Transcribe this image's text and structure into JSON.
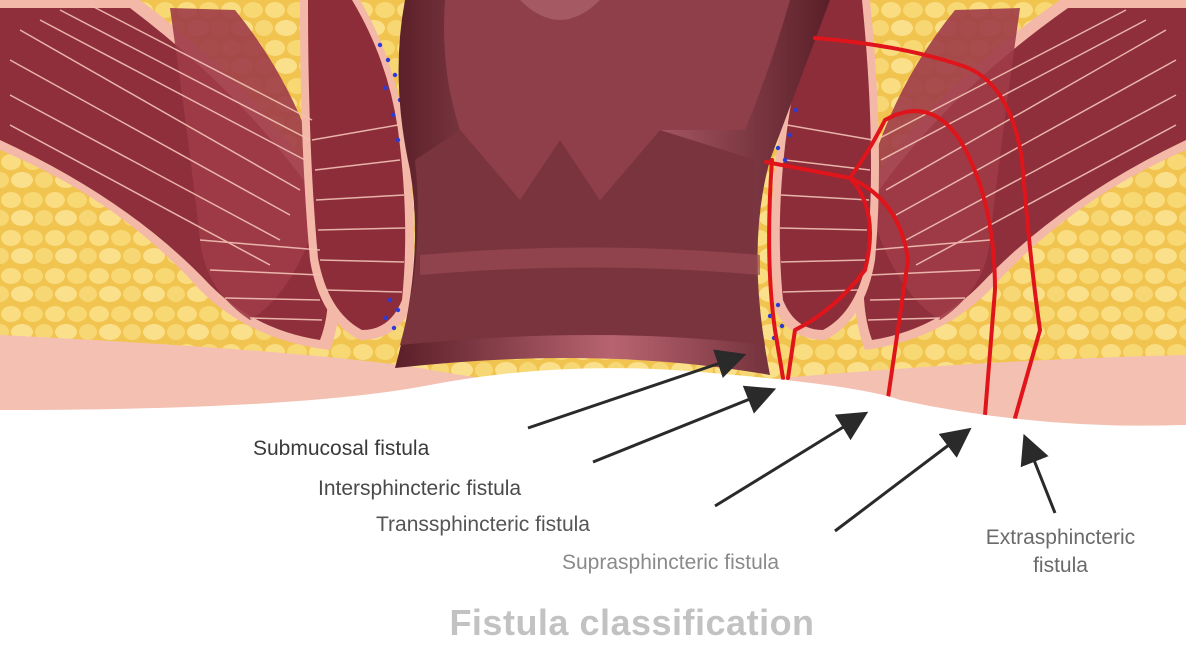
{
  "labels": {
    "submucosal": "Submucosal fistula",
    "intersphincteric": "Intersphincteric fistula",
    "transsphincteric": "Transsphincteric fistula",
    "suprasphincteric": "Suprasphincteric fistula",
    "extrasphincteric_line1": "Extrasphincteric",
    "extrasphincteric_line2": "fistula"
  },
  "title": "Fistula classification",
  "colors": {
    "fat": "#f4c95a",
    "fat_cell": "#f8dc7e",
    "muscle": "#8c2f3a",
    "muscle_light": "#a74552",
    "canal": "#7a3a42",
    "skin": "#f2b5a6",
    "fistula_tract": "#e0141b",
    "arrow": "#2a2a2a",
    "glands": "#2a3bd6"
  }
}
